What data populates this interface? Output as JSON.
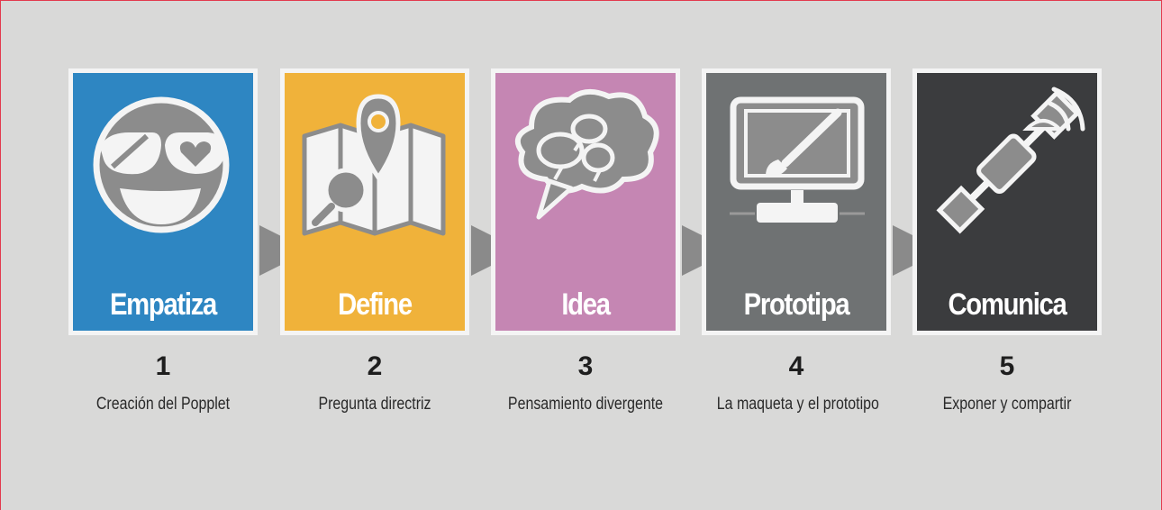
{
  "steps": [
    {
      "title": "Empatiza",
      "number": "1",
      "caption": "Creación del Popplet",
      "color": "#2e86c2",
      "icon": "smiley-heart-glasses-icon"
    },
    {
      "title": "Define",
      "number": "2",
      "caption": "Pregunta directriz",
      "color": "#f0b23a",
      "icon": "map-pin-magnifier-icon"
    },
    {
      "title": "Idea",
      "number": "3",
      "caption": "Pensamiento divergente",
      "color": "#c586b3",
      "icon": "thought-bubbles-icon"
    },
    {
      "title": "Prototipa",
      "number": "4",
      "caption": "La maqueta y el prototipo",
      "color": "#6f7273",
      "icon": "monitor-paintbrush-icon"
    },
    {
      "title": "Comunica",
      "number": "5",
      "caption": "Exponer y compartir",
      "color": "#3b3c3e",
      "icon": "satellite-icon"
    }
  ],
  "colors": {
    "background": "#d9d9d8",
    "arrow": "#8a8a8a",
    "icon_fill": "#8c8c8c",
    "icon_stroke": "#f4f4f4"
  }
}
